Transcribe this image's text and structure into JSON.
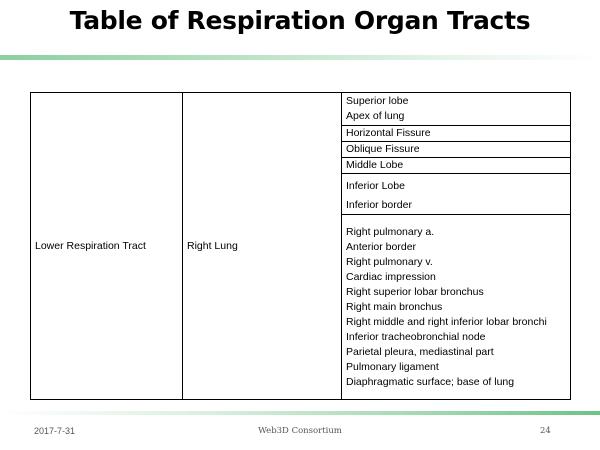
{
  "slide": {
    "title": "Table of Respiration Organ Tracts"
  },
  "table": {
    "region": "Lower Respiration Tract",
    "organ": "Right Lung",
    "groups": [
      [
        "Superior lobe",
        "Apex of lung"
      ],
      [
        "Horizontal Fissure"
      ],
      [
        "Oblique Fissure"
      ],
      [
        "Middle Lobe"
      ],
      [
        "Inferior Lobe",
        "",
        "Inferior border"
      ],
      [
        "Right pulmonary a.",
        "Anterior border",
        "Right pulmonary v.",
        "Cardiac impression",
        "Right superior lobar bronchus",
        "Right main bronchus",
        "Right middle and right inferior lobar bronchi",
        "Inferior tracheobronchial node",
        "Parietal pleura, mediastinal part",
        "Pulmonary ligament",
        "Diaphragmatic surface; base of lung"
      ]
    ]
  },
  "footer": {
    "date": "2017-7-31",
    "organization": "Web3D Consortium",
    "page": "24"
  }
}
